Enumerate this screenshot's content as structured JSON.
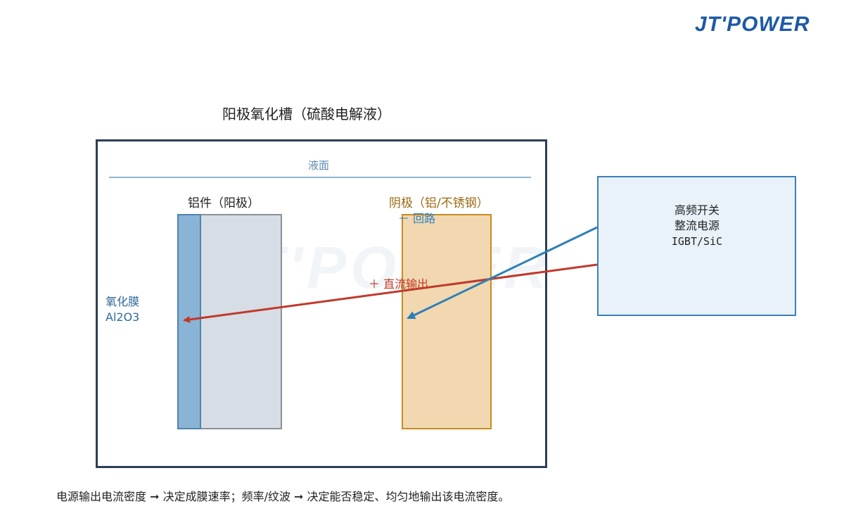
{
  "brand": {
    "logo_text": "JT'POWER",
    "watermark_text": "JT'POWER"
  },
  "title": "阳极氧化槽（硫酸电解液）",
  "tank": {
    "liquid_surface_label": "液面",
    "anode_label": "铝件（阳极）",
    "oxide_film": {
      "label_line1": "氧化膜",
      "label_line2": "Al2O3"
    },
    "cathode_label": "阴极（铝/不锈钢）",
    "return_label": "－ 回路",
    "dc_output_label": "＋ 直流输出"
  },
  "power_supply": {
    "line1": "高频开关",
    "line2": "整流电源",
    "line3": "IGBT/SiC"
  },
  "caption": "电源输出电流密度 ➞ 决定成膜速率；频率/纹波 ➞ 决定能否稳定、均匀地输出该电流密度。",
  "colors": {
    "dc_output_arrow": "#c0392b",
    "return_arrow": "#2f7fb8",
    "tank_border": "#2c3e55",
    "oxide_film": "#8ab4d6",
    "cathode": "#f1d8b0"
  }
}
